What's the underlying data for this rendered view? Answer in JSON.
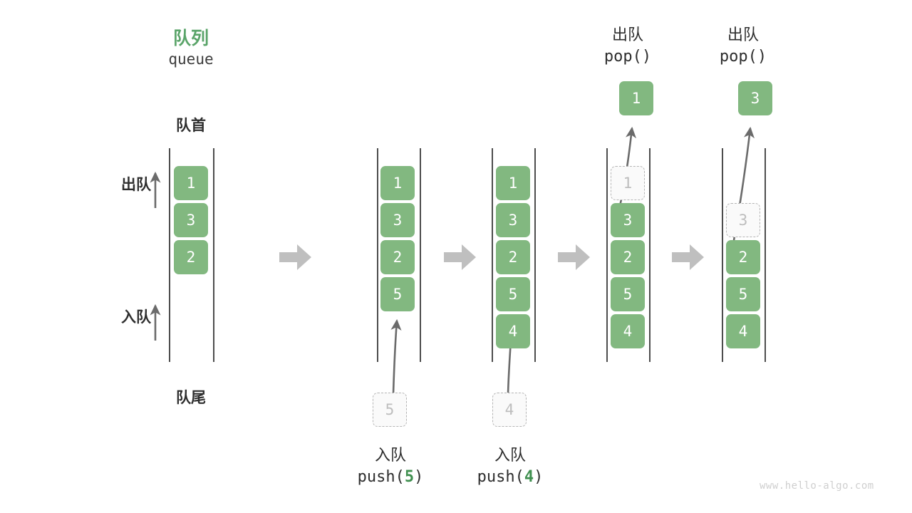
{
  "diagram": {
    "title_cn": "队列",
    "title_code": "queue",
    "front_label": "队首",
    "rear_label": "队尾",
    "dequeue_side_label": "出队",
    "enqueue_side_label": "入队",
    "watermark": "www.hello-algo.com",
    "accent_color": "#5aa469",
    "cell_color": "#82b880",
    "ghost_color": "#bdbdbd",
    "arrow_color": "#bfbfbf"
  },
  "steps": [
    {
      "id": "initial",
      "cells": [
        "1",
        "3",
        "2"
      ],
      "ghost_index": null,
      "op_cn": null,
      "op_code": null,
      "op_arg": null,
      "popped": null,
      "pushed": null
    },
    {
      "id": "push-5",
      "cells": [
        "1",
        "3",
        "2",
        "5"
      ],
      "ghost_index": null,
      "op_cn": "入队",
      "op_code_prefix": "push(",
      "op_arg": "5",
      "op_code_suffix": ")",
      "pushed": "5",
      "popped": null
    },
    {
      "id": "push-4",
      "cells": [
        "1",
        "3",
        "2",
        "5",
        "4"
      ],
      "ghost_index": null,
      "op_cn": "入队",
      "op_code_prefix": "push(",
      "op_arg": "4",
      "op_code_suffix": ")",
      "pushed": "4",
      "popped": null
    },
    {
      "id": "pop-1",
      "cells": [
        "1",
        "3",
        "2",
        "5",
        "4"
      ],
      "ghost_index": 0,
      "op_cn": "出队",
      "op_code_prefix": "pop(",
      "op_arg": "",
      "op_code_suffix": ")",
      "popped": "1",
      "pushed": null
    },
    {
      "id": "pop-3",
      "cells": [
        "",
        "3",
        "2",
        "5",
        "4"
      ],
      "ghost_index": 1,
      "op_cn": "出队",
      "op_code_prefix": "pop(",
      "op_arg": "",
      "op_code_suffix": ")",
      "popped": "3",
      "pushed": null
    }
  ],
  "separators": [
    "arrow-right",
    "arrow-right",
    "arrow-right",
    "arrow-right"
  ]
}
